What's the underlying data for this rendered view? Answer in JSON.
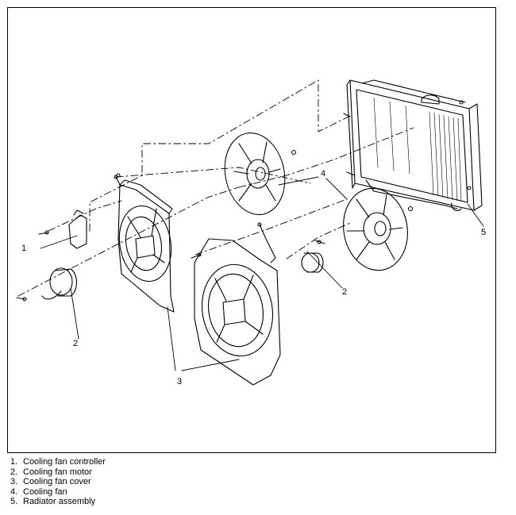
{
  "callouts": {
    "c1": "1",
    "c2a": "2",
    "c2b": "2",
    "c3": "3",
    "c4": "4",
    "c5": "5"
  },
  "legend": [
    {
      "num": "1.",
      "label": "Cooling fan controller"
    },
    {
      "num": "2.",
      "label": "Cooling fan motor"
    },
    {
      "num": "3.",
      "label": "Cooling fan cover"
    },
    {
      "num": "4.",
      "label": "Cooling fan"
    },
    {
      "num": "5.",
      "label": "Radiator assembly"
    }
  ]
}
